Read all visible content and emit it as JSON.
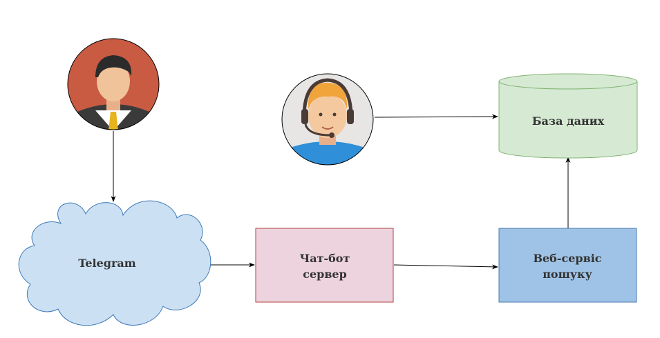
{
  "nodes": {
    "telegram": {
      "label": "Telegram",
      "fill": "#cce0f3",
      "stroke": "#3b78b6"
    },
    "chatbot": {
      "label_line1": "Чат-бот",
      "label_line2": "сервер",
      "fill": "#ecd3de",
      "stroke": "#b3403f"
    },
    "webservice": {
      "label_line1": "Веб-сервіс",
      "label_line2": "пошуку",
      "fill": "#9fc3e6",
      "stroke": "#4a7ab0"
    },
    "database": {
      "label": "База даних",
      "fill": "#d5e9d3",
      "stroke": "#82b373"
    }
  },
  "actors": {
    "user": {
      "icon": "businessman-avatar-icon",
      "bg": "#c95b43"
    },
    "operator": {
      "icon": "support-operator-avatar-icon",
      "bg": "#e8e6e4"
    }
  },
  "edge_color": "#000000"
}
